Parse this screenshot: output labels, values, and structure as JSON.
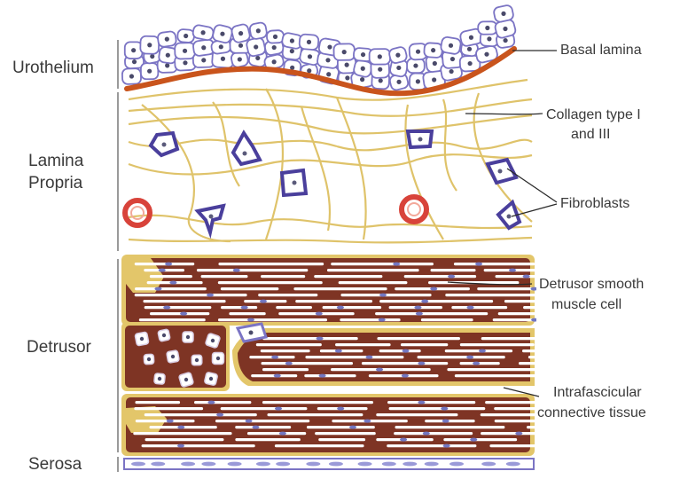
{
  "layers": {
    "urothelium": "Urothelium",
    "lamina_propria_line1": "Lamina",
    "lamina_propria_line2": "Propria",
    "detrusor": "Detrusor",
    "serosa": "Serosa"
  },
  "annotations": {
    "basal_lamina": "Basal lamina",
    "collagen_line1": "Collagen type I",
    "collagen_line2": "and III",
    "fibroblasts": "Fibroblasts",
    "detrusor_cell_line1": "Detrusor smooth",
    "detrusor_cell_line2": "muscle cell",
    "intrafascicular_line1": "Intrafascicular",
    "intrafascicular_line2": "connective tissue"
  },
  "colors": {
    "cell_outline": "#7b74c4",
    "nucleus": "#4a4a6a",
    "basal_lamina": "#c9541c",
    "collagen": "#dfc36a",
    "fibroblast": "#4a3f9c",
    "vessel": "#d8433a",
    "muscle": "#7e3424",
    "muscle_border": "#e3c66a",
    "muscle_streak": "#ffffff",
    "muscle_nucleus": "#7276c0",
    "label_text": "#3a3a3a",
    "bracket": "#9a9a9a"
  }
}
